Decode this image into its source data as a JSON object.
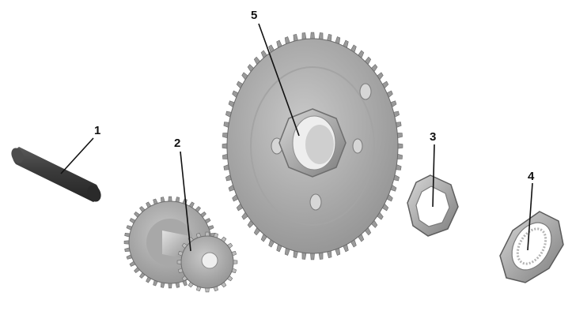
{
  "diagram": {
    "callouts": [
      {
        "number": "1",
        "part": "pin-shaft-icon"
      },
      {
        "number": "2",
        "part": "double-gear-icon"
      },
      {
        "number": "3",
        "part": "washer-icon"
      },
      {
        "number": "4",
        "part": "hex-nut-icon"
      },
      {
        "number": "5",
        "part": "large-gear-icon"
      }
    ]
  },
  "colors": {
    "metal_light": "#bdbdbd",
    "metal_mid": "#9a9a9a",
    "metal_dark": "#6d6d6d",
    "pin_dark": "#3e3e3e",
    "leader": "#111111"
  }
}
